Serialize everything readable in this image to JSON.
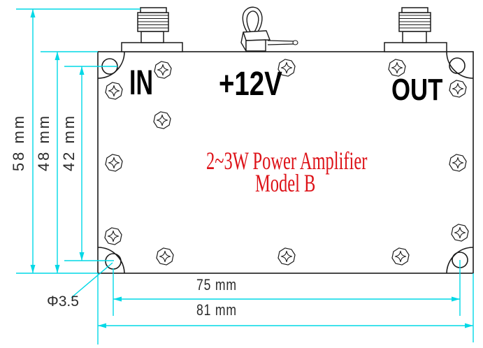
{
  "figure": {
    "type": "technical outline drawing of an RF power amplifier module",
    "title_line1": "2~3W Power Amplifier",
    "title_line2": "Model B"
  },
  "port_labels": {
    "input": "IN",
    "power": "+12V",
    "output": "OUT"
  },
  "dimensions": {
    "total_height": "58 mm",
    "body_height": "48 mm",
    "hole_spacing_vertical": "42 mm",
    "hole_spacing_horizontal": "75 mm",
    "body_width": "81 mm",
    "mounting_hole_diameter": "Φ3.5"
  },
  "colors": {
    "dimension_lines": "#00d8e6",
    "outline": "#1a1a1a",
    "title_red": "#dd1117",
    "background": "#ffffff"
  },
  "icons": {
    "screw": "phillips-screw-icon",
    "input_connector": "sma-connector-icon",
    "output_connector": "sma-connector-icon",
    "power_wire": "wire-loop-icon"
  }
}
